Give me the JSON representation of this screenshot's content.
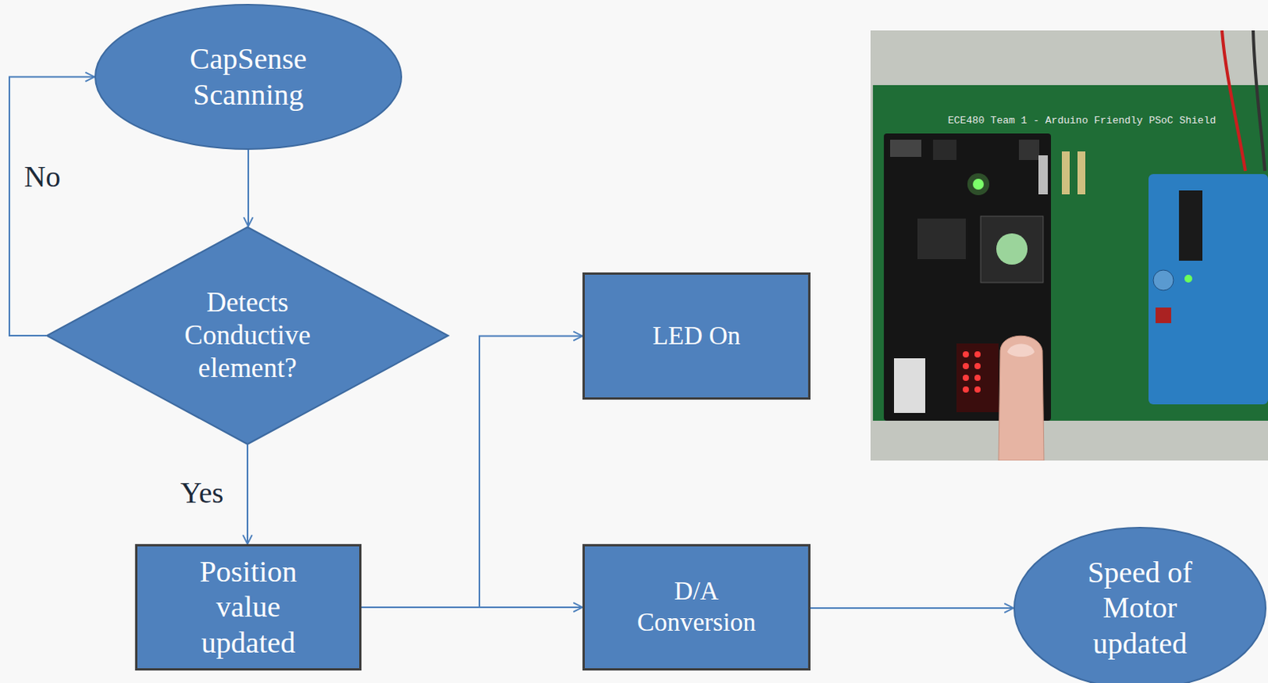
{
  "diagram": {
    "nodes": [
      {
        "text": [
          "CapSense Scanning"
        ]
      },
      {
        "text": [
          "Detects Conductive element?"
        ]
      },
      {
        "text": [
          "Position value updated"
        ]
      },
      {
        "text": [
          "LED On"
        ]
      },
      {
        "text": [
          "D/A Conversion"
        ]
      },
      {
        "text": [
          "Speed of Motor updated"
        ]
      }
    ],
    "edges": [
      {
        "from": 0,
        "to": 1,
        "arrow": "to"
      },
      {
        "from": 1,
        "to": 0,
        "label": "No",
        "arrow": "to"
      },
      {
        "from": 1,
        "to": 2,
        "label": "Yes",
        "arrow": "to"
      },
      {
        "from": 2,
        "to": 3,
        "arrow": "to"
      },
      {
        "from": 2,
        "to": 4,
        "arrow": "to"
      },
      {
        "from": 4,
        "to": 5,
        "arrow": "to"
      }
    ],
    "labels": [
      "ECE480 Team 1 - Arduino Friendly PSoC Shield"
    ]
  }
}
